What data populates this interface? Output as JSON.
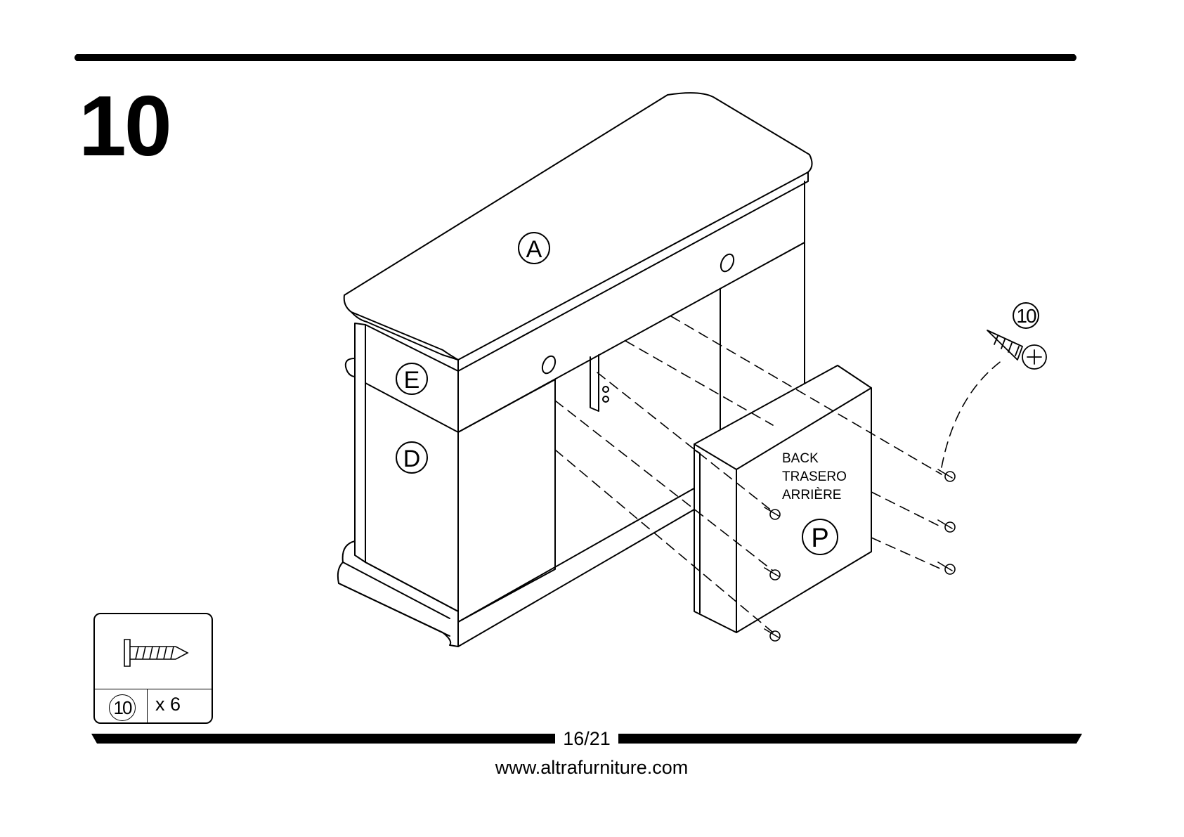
{
  "step": {
    "number": "10"
  },
  "parts": [
    {
      "letter": "A",
      "name": "part-a-label"
    },
    {
      "letter": "E",
      "name": "part-e-label"
    },
    {
      "letter": "D",
      "name": "part-d-label"
    },
    {
      "letter": "P",
      "name": "part-p-label"
    }
  ],
  "back_panel": {
    "label_en": "BACK",
    "label_es": "TRASERO",
    "label_fr": "ARRIÈRE"
  },
  "screw_callout": {
    "part_number": "10"
  },
  "hardware": {
    "part_number": "10",
    "quantity": "x 6"
  },
  "footer": {
    "page": "16/21",
    "website": "www.altrafurniture.com"
  },
  "colors": {
    "line": "#000000",
    "background": "#ffffff"
  }
}
